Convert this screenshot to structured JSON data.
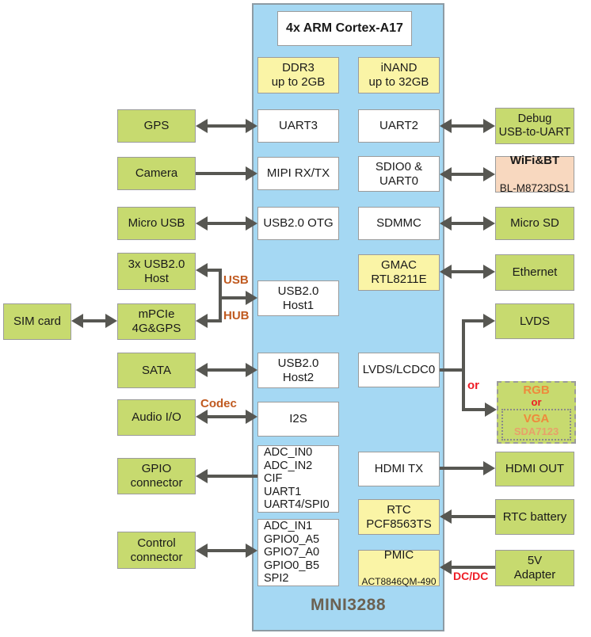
{
  "diagram": {
    "title": "MINI3288",
    "cpu": "4x ARM Cortex-A17",
    "memory": {
      "ddr3": "DDR3\nup to 2GB",
      "inand": "iNAND\nup to 32GB"
    },
    "soc_ports_left": {
      "uart3": "UART3",
      "mipi": "MIPI RX/TX",
      "usb_otg": "USB2.0 OTG",
      "usb_host1": "USB2.0\nHost1",
      "usb_host2": "USB2.0\nHost2",
      "i2s": "I2S",
      "gpio_signals": "ADC_IN0\nADC_IN2\nCIF\nUART1\nUART4/SPI0",
      "control_signals": "ADC_IN1\nGPIO0_A5\nGPIO7_A0\nGPIO0_B5\nSPI2"
    },
    "soc_ports_right": {
      "uart2": "UART2",
      "sdio0": "SDIO0 &\nUART0",
      "sdmmc": "SDMMC",
      "gmac": "GMAC\nRTL8211E",
      "lvds_lcdc0": "LVDS/LCDC0",
      "hdmi_tx": "HDMI TX",
      "rtc": "RTC\nPCF8563TS",
      "pmic_line1": "PMIC",
      "pmic_line2": "ACT8846QM-490"
    },
    "peripherals_left": {
      "gps": "GPS",
      "camera": "Camera",
      "micro_usb": "Micro USB",
      "usb_host_3x": "3x USB2.0\nHost",
      "sim_card": "SIM card",
      "mpcie": "mPCIe\n4G&GPS",
      "sata": "SATA",
      "audio_io": "Audio I/O",
      "gpio_connector": "GPIO\nconnector",
      "control_connector": "Control\nconnector"
    },
    "peripherals_right": {
      "debug": "Debug\nUSB-to-UART",
      "wifi_bt_line1": "WiFi&BT",
      "wifi_bt_line2": "BL-M8723DS1",
      "micro_sd": "Micro SD",
      "ethernet": "Ethernet",
      "lvds": "LVDS",
      "rgb": "RGB",
      "rgb_or": "or",
      "vga": "VGA",
      "vga_chip": "SDA7123",
      "hdmi_out": "HDMI OUT",
      "rtc_battery": "RTC battery",
      "adapter_5v": "5V\nAdapter"
    },
    "edge_labels": {
      "usb": "USB",
      "hub": "HUB",
      "codec": "Codec",
      "or": "or",
      "dcdc": "DC/DC"
    },
    "connections": [
      {
        "from": "GPS",
        "to": "UART3",
        "direction": "both"
      },
      {
        "from": "Camera",
        "to": "MIPI RX/TX",
        "direction": "to"
      },
      {
        "from": "Micro USB",
        "to": "USB2.0 OTG",
        "direction": "both"
      },
      {
        "from": "USB2.0 Host1",
        "to": "3x USB2.0 Host",
        "direction": "to",
        "label": "USB HUB"
      },
      {
        "from": "USB2.0 Host1",
        "to": "mPCIe 4G&GPS",
        "direction": "to",
        "label": "USB HUB"
      },
      {
        "from": "SIM card",
        "to": "mPCIe 4G&GPS",
        "direction": "both"
      },
      {
        "from": "SATA",
        "to": "USB2.0 Host2",
        "direction": "both"
      },
      {
        "from": "Audio I/O",
        "to": "I2S",
        "direction": "both",
        "label": "Codec"
      },
      {
        "from": "ADC_IN0/ADC_IN2/CIF/UART1/UART4/SPI0",
        "to": "GPIO connector",
        "direction": "to"
      },
      {
        "from": "Control connector",
        "to": "ADC_IN1/GPIO0_A5/GPIO7_A0/GPIO0_B5/SPI2",
        "direction": "both"
      },
      {
        "from": "UART2",
        "to": "Debug USB-to-UART",
        "direction": "both"
      },
      {
        "from": "SDIO0 & UART0",
        "to": "WiFi&BT BL-M8723DS1",
        "direction": "both"
      },
      {
        "from": "SDMMC",
        "to": "Micro SD",
        "direction": "both"
      },
      {
        "from": "GMAC RTL8211E",
        "to": "Ethernet",
        "direction": "both"
      },
      {
        "from": "LVDS/LCDC0",
        "to": "LVDS",
        "direction": "to"
      },
      {
        "from": "LVDS/LCDC0",
        "to": "RGB or VGA (SDA7123)",
        "direction": "to",
        "label": "or"
      },
      {
        "from": "HDMI TX",
        "to": "HDMI OUT",
        "direction": "to"
      },
      {
        "from": "RTC battery",
        "to": "RTC PCF8563TS",
        "direction": "to"
      },
      {
        "from": "5V Adapter",
        "to": "PMIC ACT8846QM-490",
        "direction": "to",
        "label": "DC/DC"
      }
    ],
    "colors": {
      "soc_bg": "#A5D8F3",
      "box_green": "#C7DA6F",
      "box_yellow": "#FAF4A6",
      "box_pink": "#F8D8BF",
      "arrow": "#575752",
      "accent_orange": "#C05A20",
      "accent_red": "#EE1C25",
      "rgb_orange": "#EE8A3C",
      "title_brown": "#6B6152"
    }
  }
}
